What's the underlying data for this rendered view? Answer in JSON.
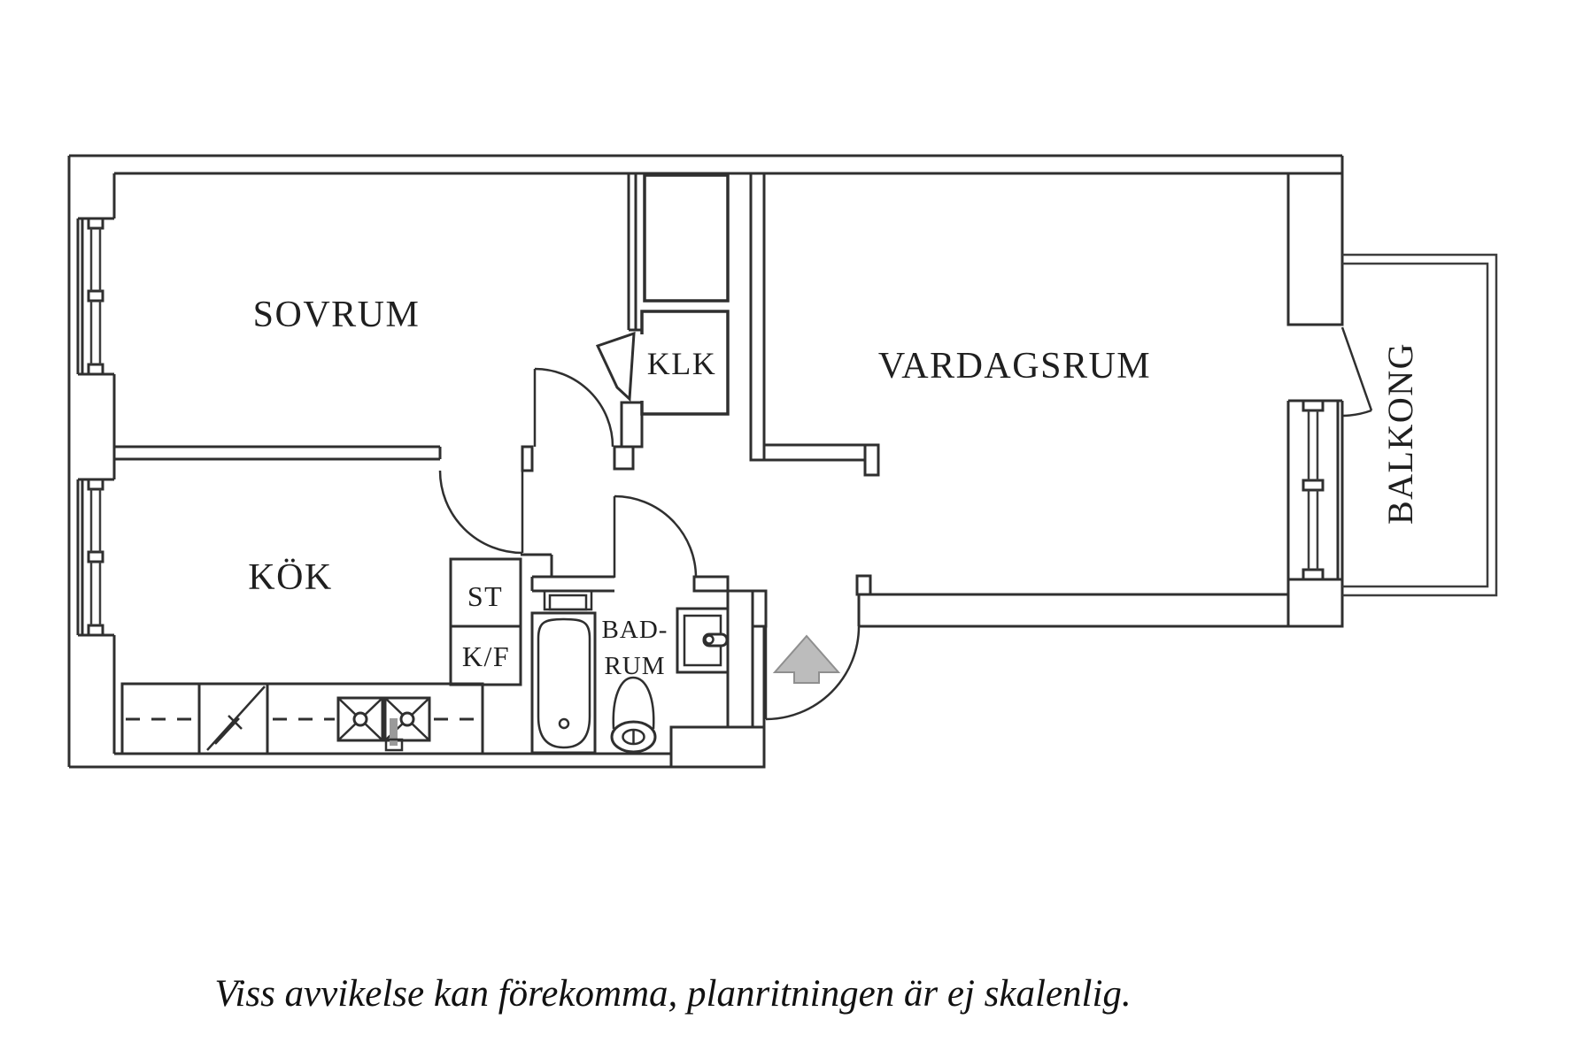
{
  "plan": {
    "rooms": {
      "bedroom": "SOVRUM",
      "kitchen": "KÖK",
      "closet": "KLK",
      "living_room": "VARDAGSRUM",
      "balcony": "BALKONG",
      "bathroom_line1": "BAD-",
      "bathroom_line2": "RUM",
      "storage": "ST",
      "fridge_freezer": "K/F"
    },
    "disclaimer": "Viss avvikelse kan förekomma, planritningen är ej skalenlig.",
    "colors": {
      "line": "#2f2f2f",
      "text": "#1f1f1f",
      "arrow_fill": "#bcbcbc",
      "arrow_stroke": "#8f8f8f",
      "background": "#ffffff"
    }
  }
}
